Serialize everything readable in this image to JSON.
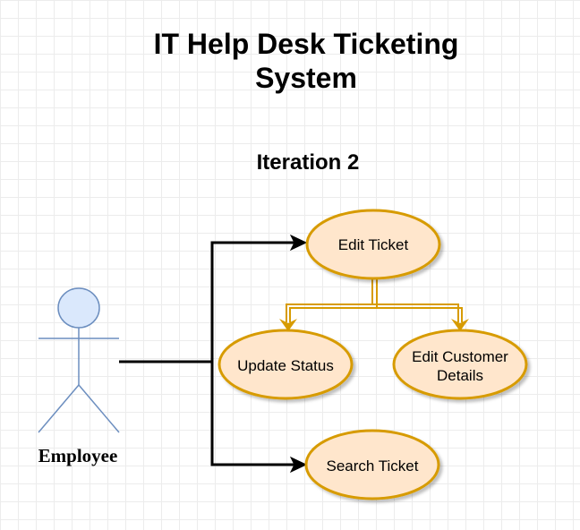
{
  "title_line1": "IT Help Desk Ticketing",
  "title_line2": "System",
  "subtitle": "Iteration 2",
  "actor": {
    "label": "Employee"
  },
  "use_cases": {
    "edit_ticket": "Edit Ticket",
    "update_status": "Update Status",
    "edit_customer_line1": "Edit Customer",
    "edit_customer_line2": "Details",
    "search_ticket": "Search Ticket"
  },
  "colors": {
    "use_case_fill": "#ffe6cc",
    "use_case_stroke": "#d79b00",
    "actor_fill": "#dae8fc",
    "actor_stroke": "#6c8ebf",
    "include_arrow": "#d79b00"
  }
}
